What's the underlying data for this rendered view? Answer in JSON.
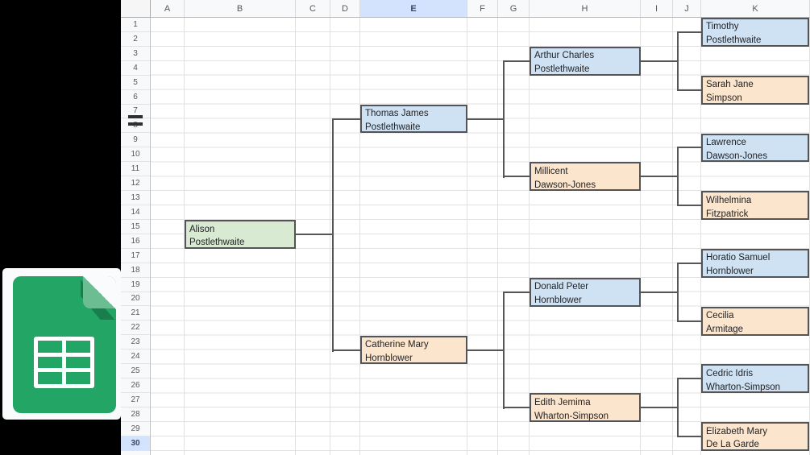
{
  "app": {
    "name": "Google Sheets",
    "logo": "google-sheets-icon"
  },
  "spreadsheet": {
    "column_headers": [
      "A",
      "B",
      "C",
      "D",
      "E",
      "F",
      "G",
      "H",
      "I",
      "J",
      "K"
    ],
    "row_headers": [
      "1",
      "2",
      "3",
      "4",
      "5",
      "6",
      "7",
      "8",
      "9",
      "10",
      "11",
      "12",
      "13",
      "14",
      "15",
      "16",
      "17",
      "18",
      "19",
      "20",
      "21",
      "22",
      "23",
      "24",
      "25",
      "26",
      "27",
      "28",
      "29",
      "30"
    ],
    "active_column": "E",
    "active_row": "30"
  },
  "family_tree": {
    "nodes": [
      {
        "line1": "Alison",
        "line2": "Postlethwaite",
        "cells": "B15:B16",
        "fill": "green"
      },
      {
        "line1": "Thomas James",
        "line2": "Postlethwaite",
        "cells": "E7:E8",
        "fill": "blue"
      },
      {
        "line1": "Catherine Mary",
        "line2": "Hornblower",
        "cells": "E23:E24",
        "fill": "orange"
      },
      {
        "line1": "Arthur Charles",
        "line2": "Postlethwaite",
        "cells": "H3:H4",
        "fill": "blue"
      },
      {
        "line1": "Millicent",
        "line2": "Dawson-Jones",
        "cells": "H11:H12",
        "fill": "orange"
      },
      {
        "line1": "Donald Peter",
        "line2": "Hornblower",
        "cells": "H19:H20",
        "fill": "blue"
      },
      {
        "line1": "Edith Jemima",
        "line2": "Wharton-Simpson",
        "cells": "H27:H28",
        "fill": "orange"
      },
      {
        "line1": "Timothy",
        "line2": "Postlethwaite",
        "cells": "K1:K2",
        "fill": "blue"
      },
      {
        "line1": "Sarah Jane",
        "line2": "Simpson",
        "cells": "K5:K6",
        "fill": "orange"
      },
      {
        "line1": "Lawrence",
        "line2": "Dawson-Jones",
        "cells": "K9:K10",
        "fill": "blue"
      },
      {
        "line1": "Wilhelmina",
        "line2": "Fitzpatrick",
        "cells": "K13:K14",
        "fill": "orange"
      },
      {
        "line1": "Horatio Samuel",
        "line2": "Hornblower",
        "cells": "K17:K18",
        "fill": "blue"
      },
      {
        "line1": "Cecilia",
        "line2": "Armitage",
        "cells": "K21:K22",
        "fill": "orange"
      },
      {
        "line1": "Cedric Idris",
        "line2": "Wharton-Simpson",
        "cells": "K25:K26",
        "fill": "blue"
      },
      {
        "line1": "Elizabeth Mary",
        "line2": "De La Garde",
        "cells": "K29:K30",
        "fill": "orange"
      }
    ]
  },
  "colors": {
    "male_fill": "#cfe2f3",
    "female_fill": "#fce5cd",
    "root_fill": "#d9ead3",
    "box_border": "#545456",
    "connector": "#565659",
    "active_header_bg": "#d3e3fd",
    "active_header_text": "#36486b",
    "sheets_green": "#23a566",
    "sheets_fold_green": "#6dbd92"
  }
}
